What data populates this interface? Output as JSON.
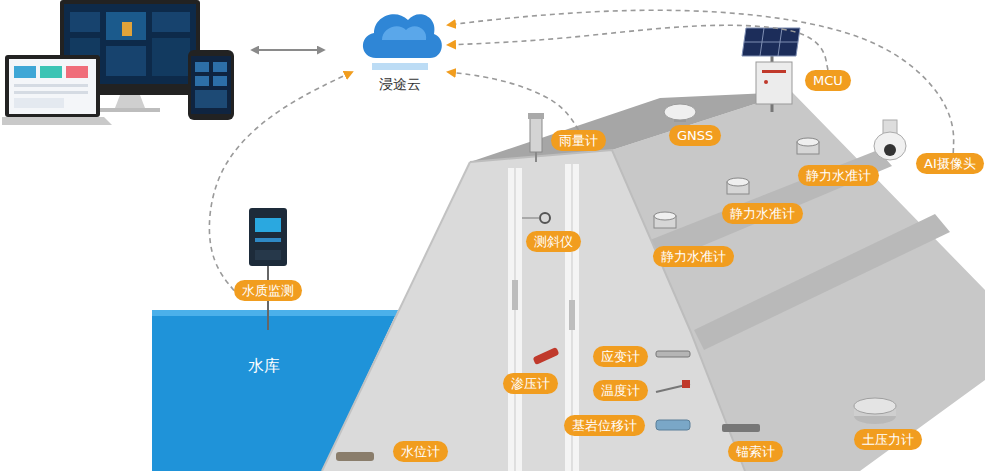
{
  "diagram": {
    "nodes": [
      {
        "text": [
          "浸途云"
        ]
      },
      {
        "text": [
          "MCU"
        ]
      },
      {
        "text": [
          "GNSS"
        ]
      },
      {
        "text": [
          "雨量计"
        ]
      },
      {
        "text": [
          "AI摄像头"
        ]
      },
      {
        "text": [
          "静力水准计"
        ]
      },
      {
        "text": [
          "静力水准计"
        ]
      },
      {
        "text": [
          "静力水准计"
        ]
      },
      {
        "text": [
          "测斜仪"
        ]
      },
      {
        "text": [
          "水质监测"
        ]
      },
      {
        "text": [
          "应变计"
        ]
      },
      {
        "text": [
          "渗压计"
        ]
      },
      {
        "text": [
          "温度计"
        ]
      },
      {
        "text": [
          "基岩位移计"
        ]
      },
      {
        "text": [
          "水位计"
        ]
      },
      {
        "text": [
          "锚索计"
        ]
      },
      {
        "text": [
          "土压力计"
        ]
      }
    ],
    "edges": [
      {
        "from": 9,
        "to": 0,
        "arrow": "to"
      },
      {
        "from": 3,
        "to": 0,
        "arrow": "to"
      },
      {
        "from": 1,
        "to": 0,
        "arrow": "to"
      },
      {
        "from": 4,
        "to": 0,
        "arrow": "to"
      }
    ],
    "labels": [
      "水库"
    ]
  }
}
